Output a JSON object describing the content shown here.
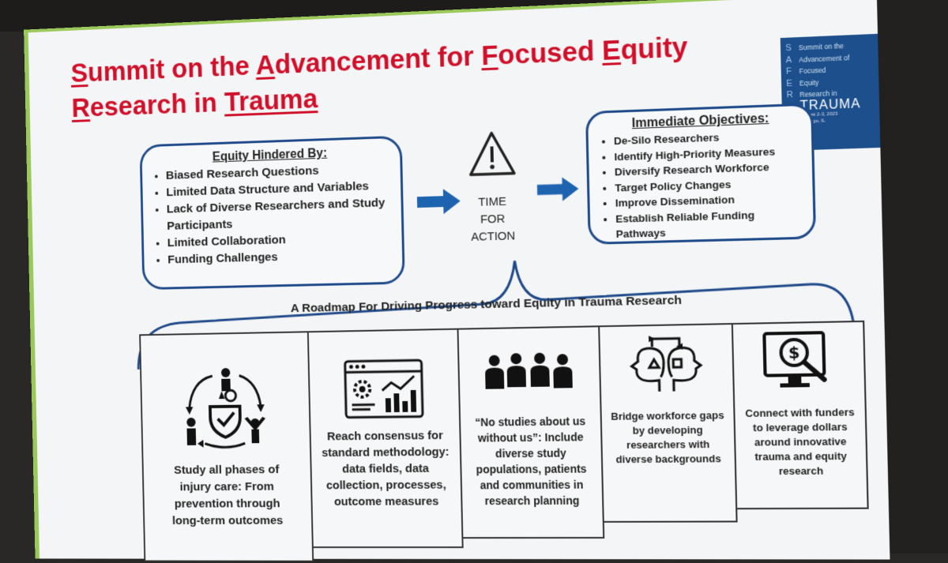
{
  "slide": {
    "title_lines": [
      [
        {
          "t": "S",
          "u": true
        },
        {
          "t": "ummit on the ",
          "u": false
        },
        {
          "t": "A",
          "u": true
        },
        {
          "t": "dvancement for ",
          "u": false
        },
        {
          "t": "F",
          "u": true
        },
        {
          "t": "ocused ",
          "u": false
        },
        {
          "t": "E",
          "u": true
        },
        {
          "t": "quity",
          "u": false
        }
      ],
      [
        {
          "t": "R",
          "u": true
        },
        {
          "t": "esearch in ",
          "u": false
        },
        {
          "t": "Trauma",
          "u": true
        }
      ]
    ],
    "title_color": "#d0102a",
    "logo": {
      "rows": [
        {
          "letter": "S",
          "text": "Summit on the"
        },
        {
          "letter": "A",
          "text": "Advancement of"
        },
        {
          "letter": "F",
          "text": "Focused"
        },
        {
          "letter": "E",
          "text": "Equity"
        },
        {
          "letter": "R",
          "text": "Research in"
        }
      ],
      "big": "TRAUMA",
      "date_line1": "August 2-3, 2023",
      "date_line2": "Chicago, IL",
      "color": "#1c4f8c"
    },
    "hindered": {
      "heading": "Equity Hindered By:",
      "items": [
        "Biased Research Questions",
        "Limited Data Structure and Variables",
        "Lack of Diverse Researchers and Study Participants",
        "Limited Collaboration",
        "Funding Challenges"
      ]
    },
    "time_for_action": [
      "TIME",
      "FOR",
      "ACTION"
    ],
    "objectives": {
      "heading": "Immediate Objectives:",
      "items": [
        "De-Silo Researchers",
        "Identify High-Priority Measures",
        "Diversify Research Workforce",
        "Target Policy Changes",
        "Improve Dissemination",
        "Establish Reliable Funding Pathways"
      ]
    },
    "roadmap_title": "A Roadmap For Driving Progress toward Equity in Trauma Research",
    "panels": [
      {
        "icon": "injury-care-cycle-icon",
        "text": "Study all phases of injury care: From prevention through long-term outcomes"
      },
      {
        "icon": "data-dashboard-icon",
        "text": "Reach consensus for standard methodology: data fields, data collection, processes, outcome measures"
      },
      {
        "icon": "people-group-icon",
        "text": "“No studies about us without us”: Include diverse study populations, patients and communities in research planning"
      },
      {
        "icon": "two-heads-exchange-icon",
        "text": "Bridge workforce gaps by developing researchers with diverse backgrounds"
      },
      {
        "icon": "dollar-magnifier-monitor-icon",
        "text": "Connect with funders to leverage dollars around innovative trauma and equity research"
      }
    ],
    "accent_blue": "#1f4a8a",
    "arrow_blue": "#1e63b0"
  }
}
